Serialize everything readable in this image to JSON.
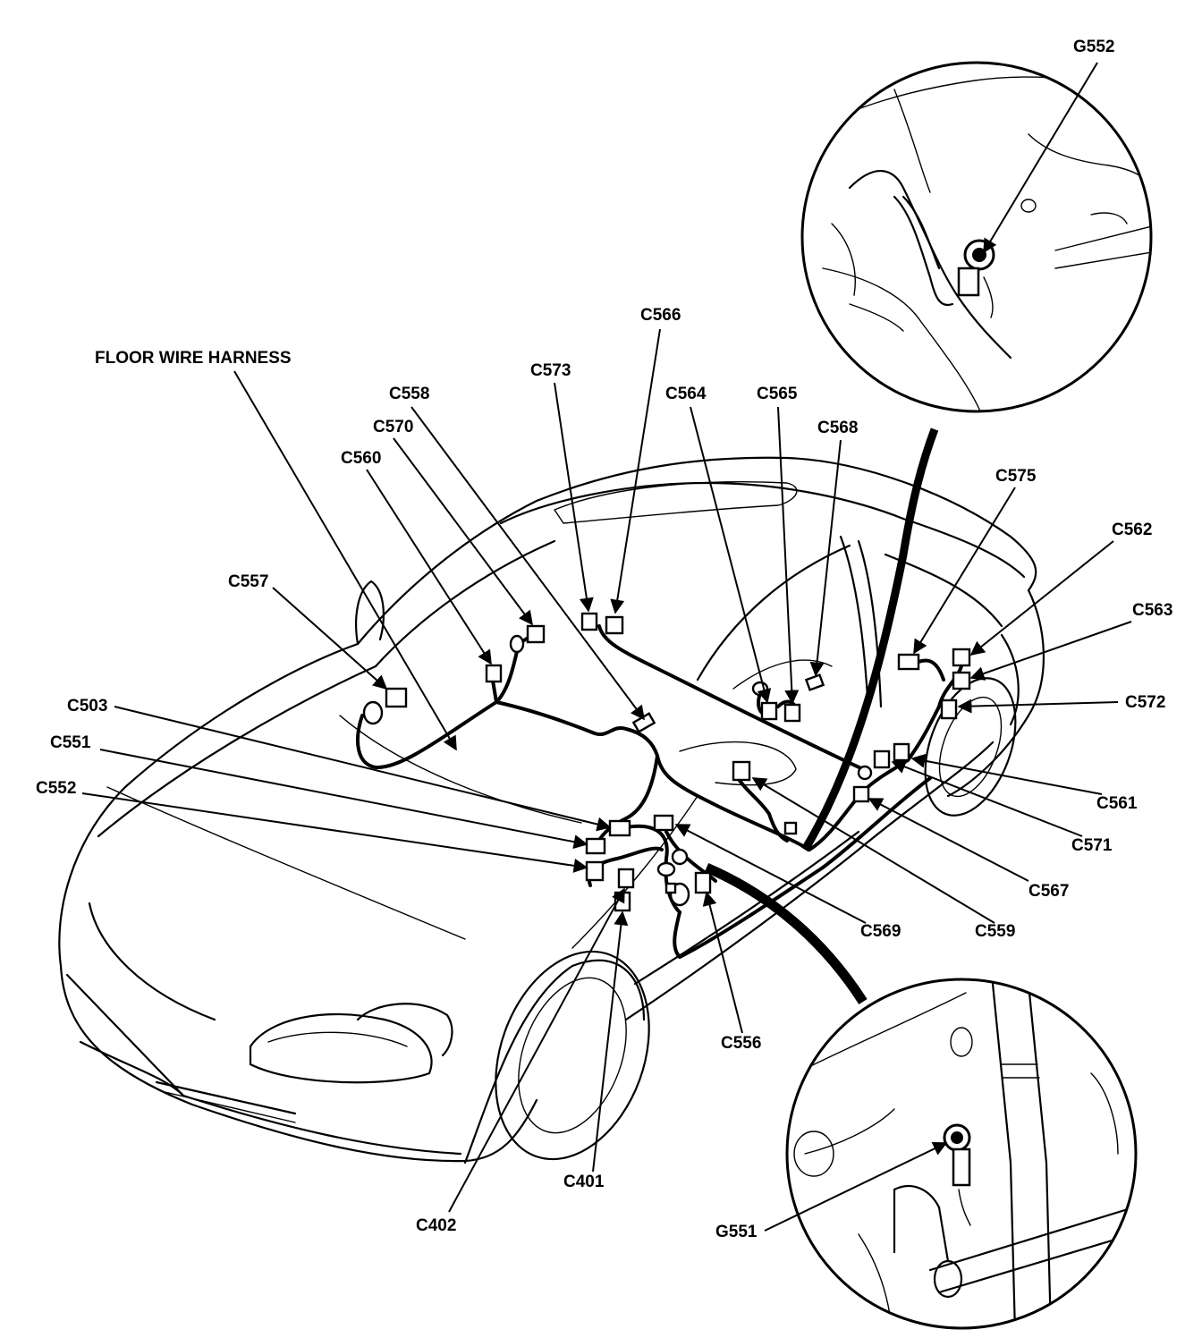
{
  "labels": {
    "floor_wire_harness": "FLOOR WIRE HARNESS",
    "g552": "G552",
    "g551": "G551",
    "c566": "C566",
    "c573": "C573",
    "c558": "C558",
    "c570": "C570",
    "c560": "C560",
    "c564": "C564",
    "c565": "C565",
    "c568": "C568",
    "c575": "C575",
    "c562": "C562",
    "c563": "C563",
    "c572": "C572",
    "c561": "C561",
    "c571": "C571",
    "c567": "C567",
    "c559": "C559",
    "c569": "C569",
    "c557": "C557",
    "c503": "C503",
    "c551": "C551",
    "c552": "C552",
    "c556": "C556",
    "c401": "C401",
    "c402": "C402"
  }
}
